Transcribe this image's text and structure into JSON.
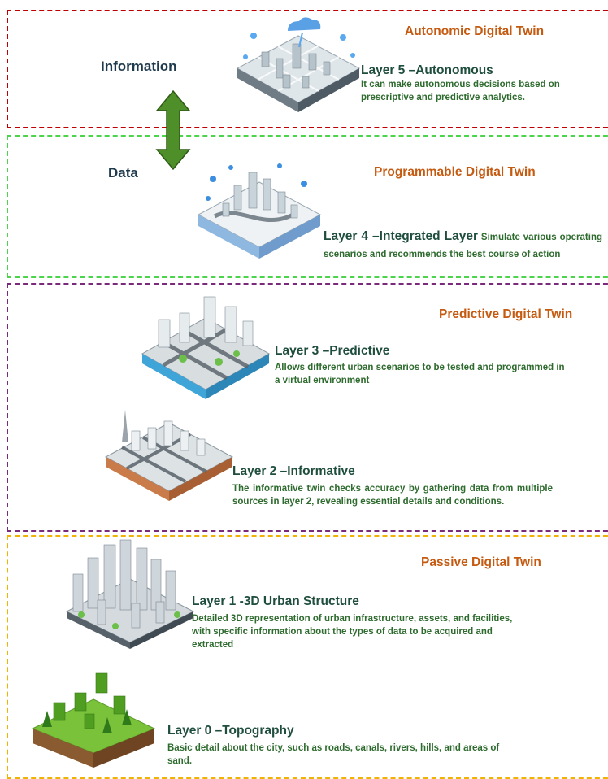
{
  "side_labels": {
    "top": "Information",
    "bottom": "Data"
  },
  "sections": [
    {
      "key": "autonomic",
      "title": "Autonomic Digital Twin",
      "border_color": "#c00000"
    },
    {
      "key": "programmable",
      "title": "Programmable Digital Twin",
      "border_color": "#4cd44c"
    },
    {
      "key": "predictive",
      "title": "Predictive Digital Twin",
      "border_color": "#7a2a7a"
    },
    {
      "key": "passive",
      "title": "Passive Digital Twin",
      "border_color": "#f0b400"
    }
  ],
  "layers": [
    {
      "title": "Layer 5 –Autonomous",
      "desc": "It can make autonomous decisions based on prescriptive and predictive analytics."
    },
    {
      "title": "Layer 4 –Integrated Layer",
      "desc": "Simulate various operating scenarios and recommends the best course of action"
    },
    {
      "title": "Layer 3 –Predictive",
      "desc": "Allows different urban scenarios to be tested and programmed in a virtual environment"
    },
    {
      "title": "Layer 2 –Informative",
      "desc": "The informative twin checks accuracy by gathering data from multiple sources in layer 2, revealing essential details and conditions."
    },
    {
      "title": "Layer 1 -3D Urban Structure",
      "desc": "Detailed 3D representation of urban infrastructure, assets, and facilities, with specific information about the types of data to be acquired and extracted"
    },
    {
      "title": "Layer 0 –Topography",
      "desc": "Basic detail about the city, such as roads, canals, rivers, hills, and areas of sand."
    }
  ],
  "colors": {
    "section_title": "#c55a11",
    "arrow": "#4f8f2a",
    "layer_title": "#1f4e3d",
    "layer_desc": "#2e6b2e"
  }
}
